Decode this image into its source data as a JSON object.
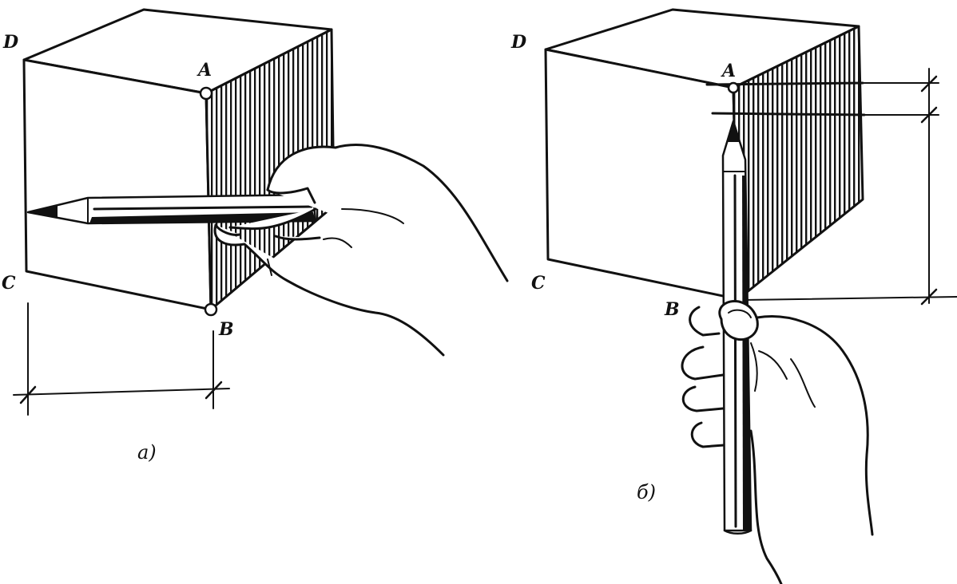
{
  "figure_a": {
    "caption": "а)",
    "points": {
      "A": "A",
      "B": "B",
      "C": "C",
      "D": "D"
    }
  },
  "figure_b": {
    "caption": "б)",
    "points": {
      "A": "A",
      "B": "B",
      "C": "C",
      "D": "D"
    }
  },
  "colors": {
    "ink": "#111111",
    "paper": "#ffffff"
  }
}
